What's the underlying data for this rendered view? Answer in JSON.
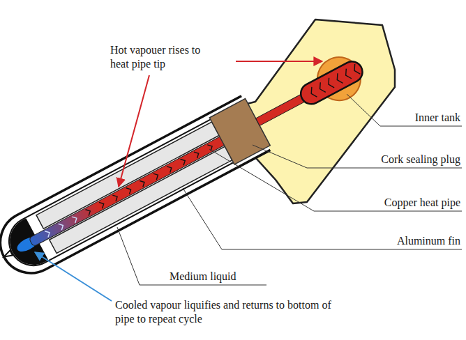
{
  "diagram": {
    "labels": [
      "Hot vapouer rises to heat pipe tip",
      "Inner tank",
      "Cork sealing plug",
      "Copper heat pipe",
      "Aluminum fin",
      "Medium liquid",
      "Cooled vapour liquifies and returns to bottom of pipe to repeat cycle"
    ]
  }
}
